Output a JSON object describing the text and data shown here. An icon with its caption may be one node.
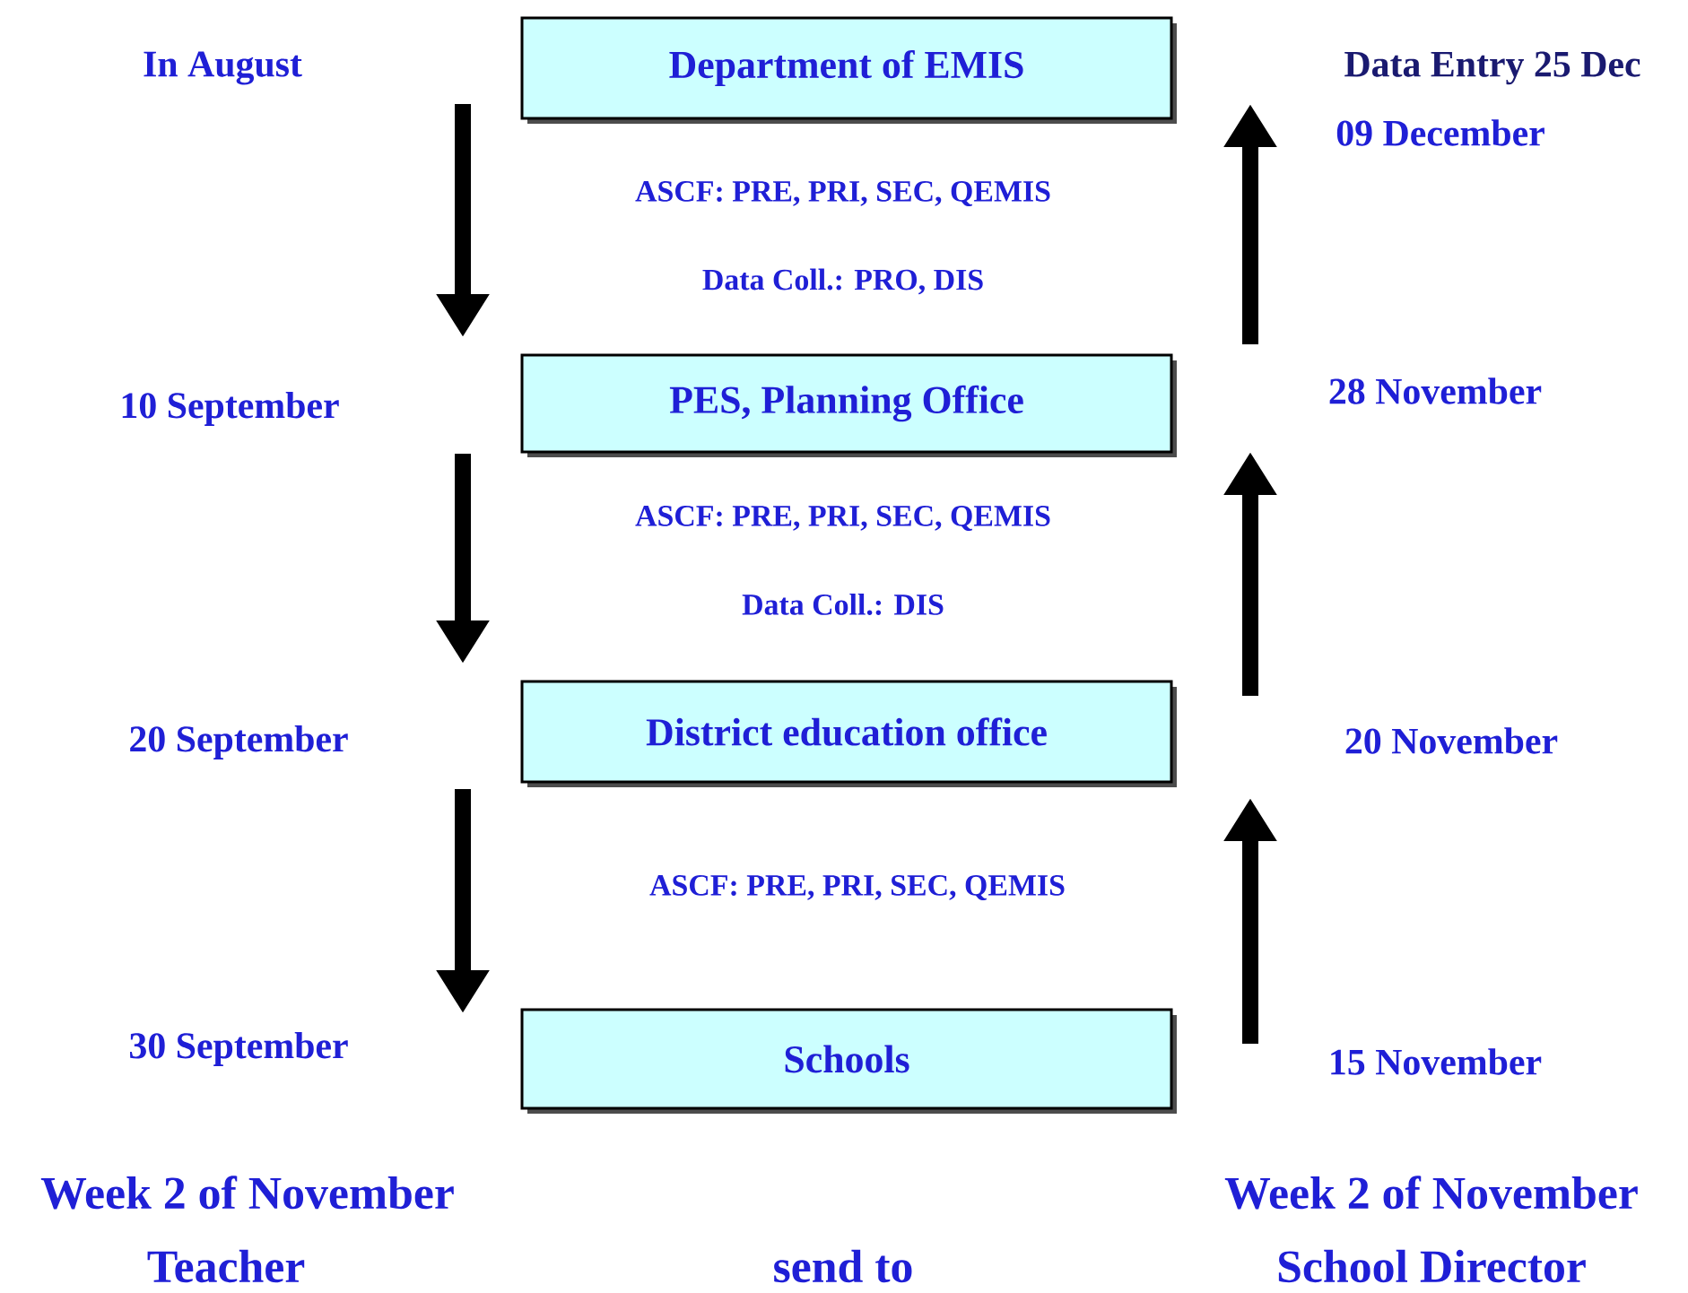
{
  "diagram": {
    "nodes": [
      {
        "text": [
          "Department of  EMIS"
        ]
      },
      {
        "text": [
          "PES, Planning Office"
        ]
      },
      {
        "text": [
          "District education office"
        ]
      },
      {
        "text": [
          "Schools"
        ]
      }
    ],
    "labels": [
      "In August",
      "Data Entry 25 Dec",
      "09 December",
      "ASCF: PRE, PRI, SEC, QEMIS",
      "Data Coll.: PRO, DIS",
      "10 September",
      "28 November",
      "ASCF: PRE, PRI, SEC, QEMIS",
      "Data Coll.: DIS",
      "20 September",
      "20 November",
      "ASCF: PRE, PRI, SEC, QEMIS",
      "30 September",
      "15 November",
      "Week 2 of November",
      "Week 2 of November",
      "Teacher",
      "send to",
      "School Director"
    ]
  }
}
